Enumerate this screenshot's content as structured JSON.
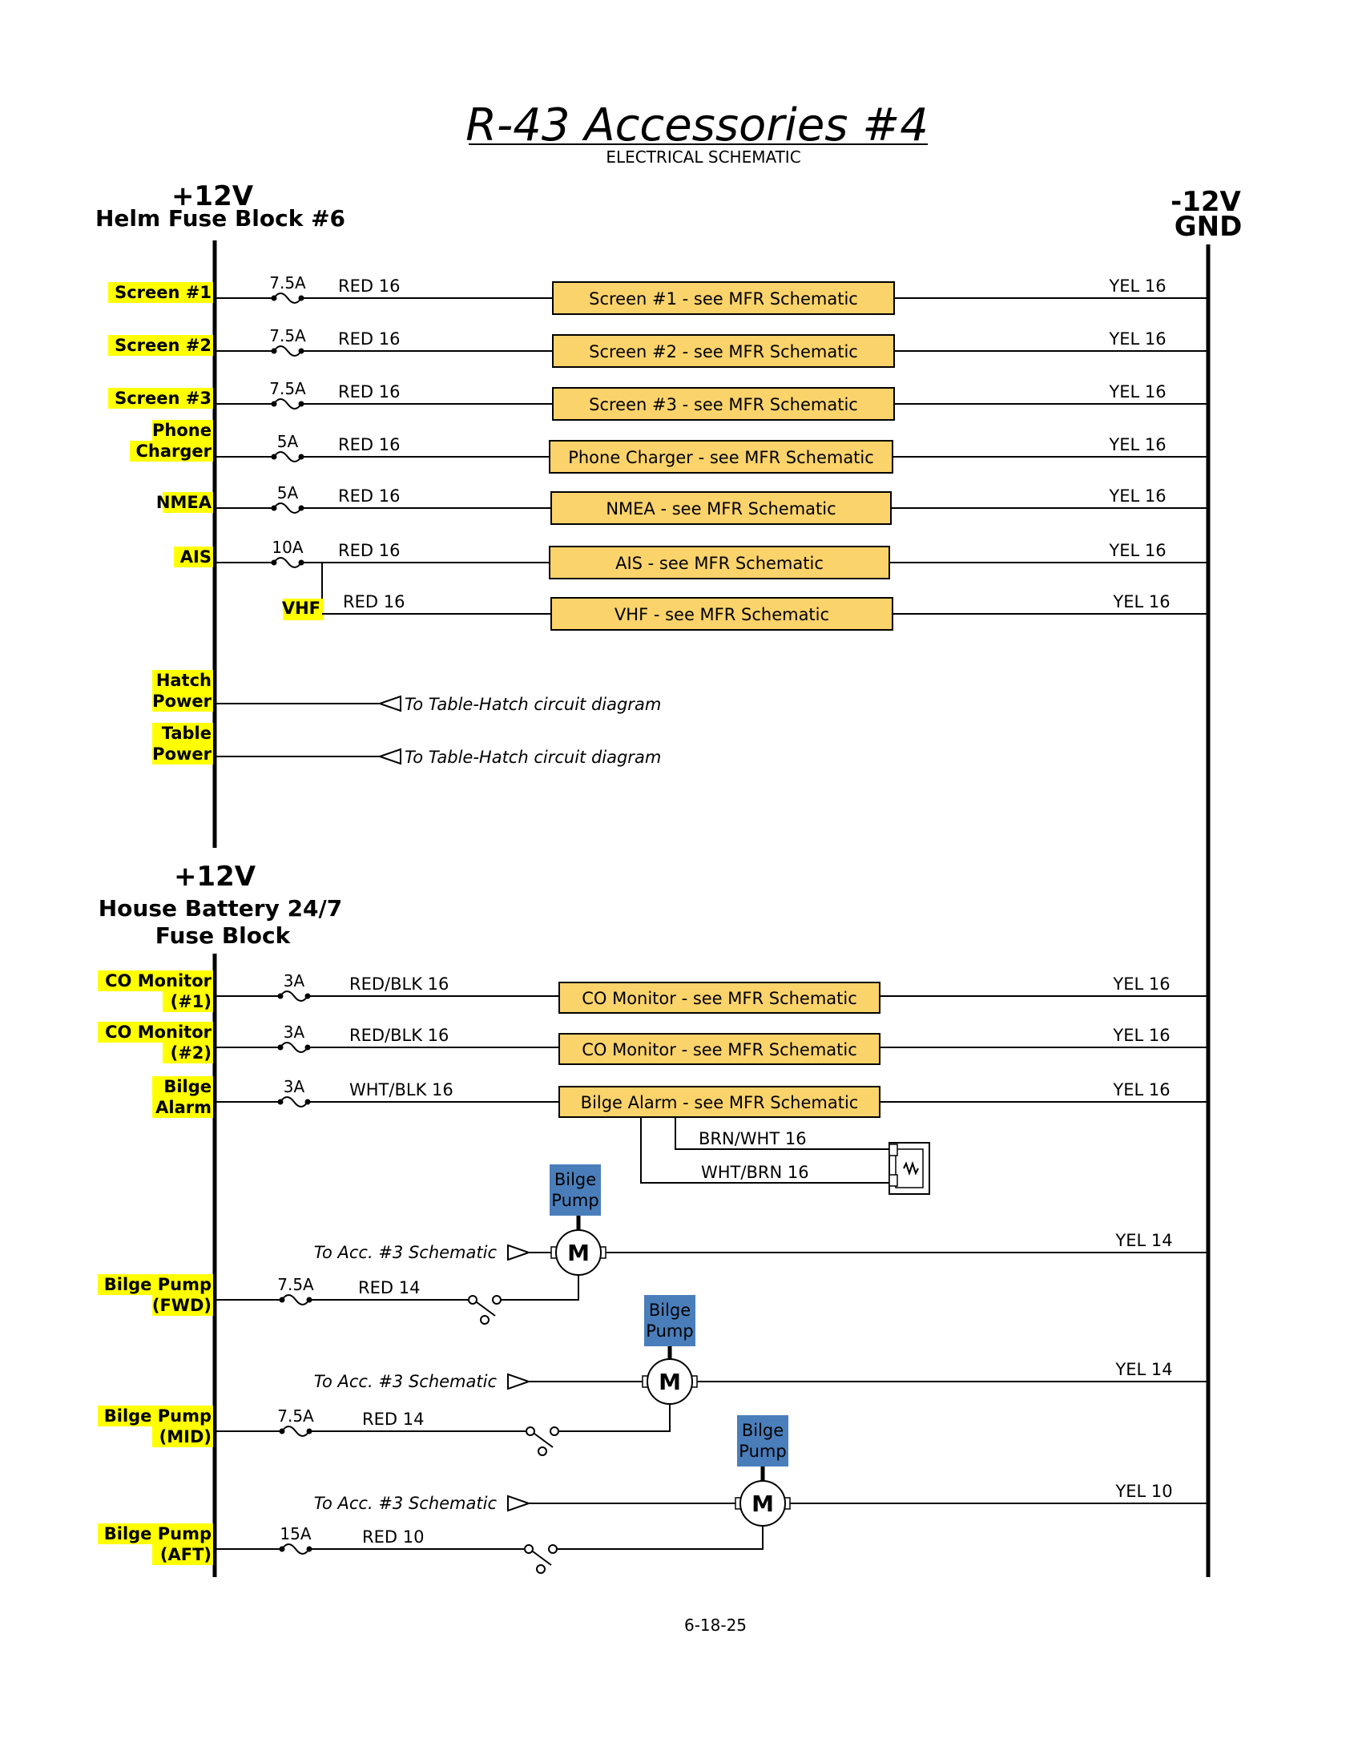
{
  "colors": {
    "label_highlight": "#FFFF00",
    "component_box": "#FBD36B",
    "pump_tag": "#4A7EBB"
  },
  "title": "R-43 Accessories #4",
  "subtitle": "ELECTRICAL SCHEMATIC",
  "bus_left_top": {
    "voltage": "+12V",
    "name": "Helm Fuse Block #6"
  },
  "bus_right": {
    "voltage": "-12V",
    "name": "GND"
  },
  "bus_left_bottom": {
    "voltage": "+12V",
    "name_line1": "House Battery 24/7",
    "name_line2": "Fuse Block"
  },
  "helm_circuits": [
    {
      "label": [
        "Screen #1"
      ],
      "fuse": "7.5A",
      "wire": "RED 16",
      "box": "Screen #1 - see MFR Schematic",
      "gnd_wire": "YEL 16"
    },
    {
      "label": [
        "Screen #2"
      ],
      "fuse": "7.5A",
      "wire": "RED 16",
      "box": "Screen #2 - see MFR Schematic",
      "gnd_wire": "YEL 16"
    },
    {
      "label": [
        "Screen #3"
      ],
      "fuse": "7.5A",
      "wire": "RED 16",
      "box": "Screen #3 - see MFR Schematic",
      "gnd_wire": "YEL 16"
    },
    {
      "label": [
        "Phone",
        "Charger"
      ],
      "fuse": "5A",
      "wire": "RED 16",
      "box": "Phone Charger - see MFR Schematic",
      "gnd_wire": "YEL 16"
    },
    {
      "label": [
        "NMEA"
      ],
      "fuse": "5A",
      "wire": "RED 16",
      "box": "NMEA - see MFR Schematic",
      "gnd_wire": "YEL 16"
    },
    {
      "label": [
        "AIS"
      ],
      "fuse": "10A",
      "wire": "RED 16",
      "box": "AIS - see MFR Schematic",
      "gnd_wire": "YEL 16"
    }
  ],
  "vhf_branch": {
    "label": "VHF",
    "wire": "RED 16",
    "box": "VHF - see MFR Schematic",
    "gnd_wire": "YEL 16"
  },
  "offpage": [
    {
      "label": [
        "Hatch",
        "Power"
      ],
      "ref": "To Table-Hatch circuit diagram"
    },
    {
      "label": [
        "Table",
        "Power"
      ],
      "ref": "To Table-Hatch circuit diagram"
    }
  ],
  "house_circuits": [
    {
      "label": [
        "CO Monitor",
        "(#1)"
      ],
      "fuse": "3A",
      "wire": "RED/BLK 16",
      "box": "CO Monitor - see MFR Schematic",
      "gnd_wire": "YEL 16"
    },
    {
      "label": [
        "CO Monitor",
        "(#2)"
      ],
      "fuse": "3A",
      "wire": "RED/BLK 16",
      "box": "CO Monitor - see MFR Schematic",
      "gnd_wire": "YEL 16"
    },
    {
      "label": [
        "Bilge",
        "Alarm"
      ],
      "fuse": "3A",
      "wire": "WHT/BLK 16",
      "box": "Bilge Alarm - see MFR Schematic",
      "gnd_wire": "YEL 16"
    }
  ],
  "alarm_sensor": {
    "wire_a": "BRN/WHT 16",
    "wire_b": "WHT/BRN 16"
  },
  "pumps": [
    {
      "label": [
        "Bilge Pump",
        "(FWD)"
      ],
      "fuse": "7.5A",
      "wire": "RED 14",
      "ref": "To Acc. #3 Schematic",
      "tag": [
        "Bilge",
        "Pump"
      ],
      "motor": "M",
      "gnd_wire": "YEL 14"
    },
    {
      "label": [
        "Bilge Pump",
        "(MID)"
      ],
      "fuse": "7.5A",
      "wire": "RED 14",
      "ref": "To Acc. #3 Schematic",
      "tag": [
        "Bilge",
        "Pump"
      ],
      "motor": "M",
      "gnd_wire": "YEL 14"
    },
    {
      "label": [
        "Bilge Pump",
        "(AFT)"
      ],
      "fuse": "15A",
      "wire": "RED 10",
      "ref": "To Acc. #3 Schematic",
      "tag": [
        "Bilge",
        "Pump"
      ],
      "motor": "M",
      "gnd_wire": "YEL 10"
    }
  ],
  "date": "6-18-25"
}
